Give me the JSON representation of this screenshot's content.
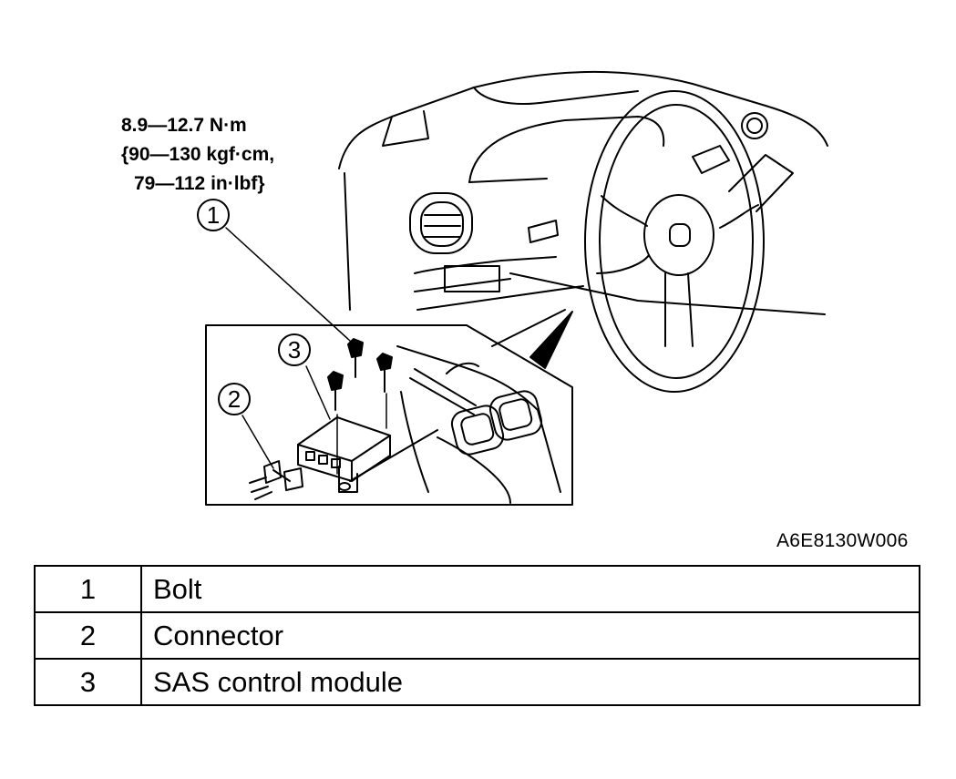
{
  "torque": {
    "line1": "8.9—12.7 N·m",
    "line2": "{90—130 kgf·cm,",
    "line3": "79—112 in·lbf}"
  },
  "callouts": [
    "1",
    "2",
    "3"
  ],
  "figure_code": "A6E8130W006",
  "legend": [
    {
      "num": "1",
      "label": "Bolt"
    },
    {
      "num": "2",
      "label": "Connector"
    },
    {
      "num": "3",
      "label": "SAS control module"
    }
  ]
}
